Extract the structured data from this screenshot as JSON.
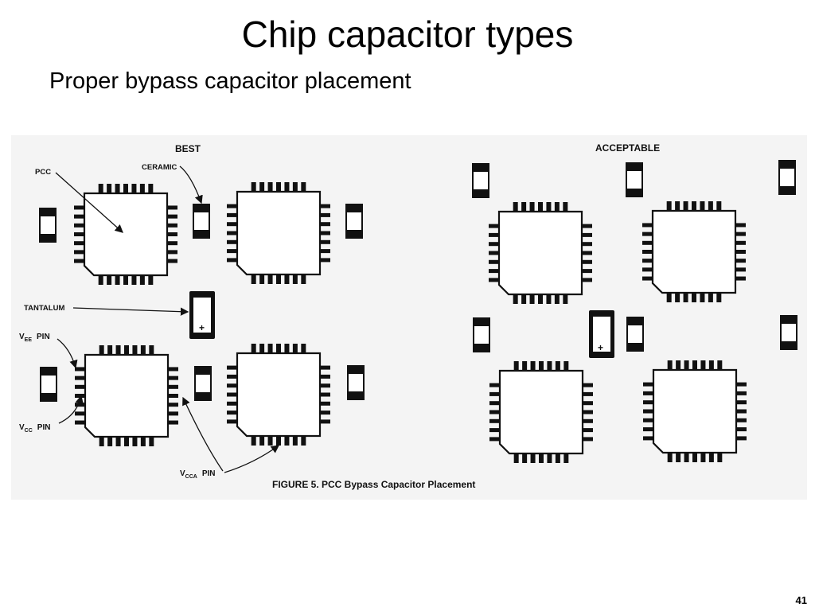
{
  "slide": {
    "title": "Chip capacitor types",
    "subtitle": "Proper bypass capacitor placement",
    "page_number": "41"
  },
  "figure": {
    "best_heading": "BEST",
    "acceptable_heading": "ACCEPTABLE",
    "labels": {
      "pcc": "PCC",
      "ceramic": "CERAMIC",
      "tantalum": "TANTALUM",
      "vee_main": "V",
      "vee_sub": "EE",
      "vee_pin": "PIN",
      "vcc_main": "V",
      "vcc_sub": "CC",
      "vcc_pin": "PIN",
      "vcca_main": "V",
      "vcca_sub": "CCA",
      "vcca_pin": "PIN",
      "plus_sign": "+"
    },
    "caption": "FIGURE 5. PCC Bypass Capacitor Placement"
  }
}
